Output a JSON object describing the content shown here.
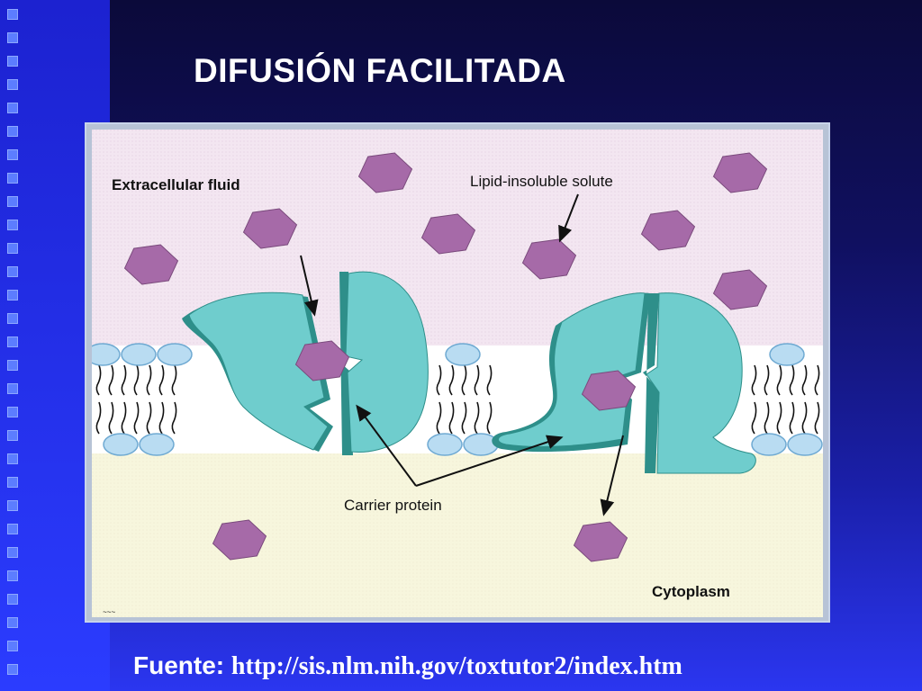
{
  "slide": {
    "title": "DIFUSIÓN FACILITADA",
    "source_prefix": "Fuente:",
    "source_url": "http://sis.nlm.nih.gov/toxtutor2/index.htm"
  },
  "figure": {
    "label_extracellular": "Extracellular fluid",
    "label_solute": "Lipid-insoluble solute",
    "label_carrier": "Carrier protein",
    "label_cytoplasm": "Cytoplasm"
  },
  "colors": {
    "extracellular_bg": "#f3e6f1",
    "cytoplasm_bg": "#f7f6dd",
    "membrane_head": "#b9dcf2",
    "protein": "#6fcdcd",
    "protein_dark": "#2e8f8a",
    "solute": "#a66aa8"
  }
}
